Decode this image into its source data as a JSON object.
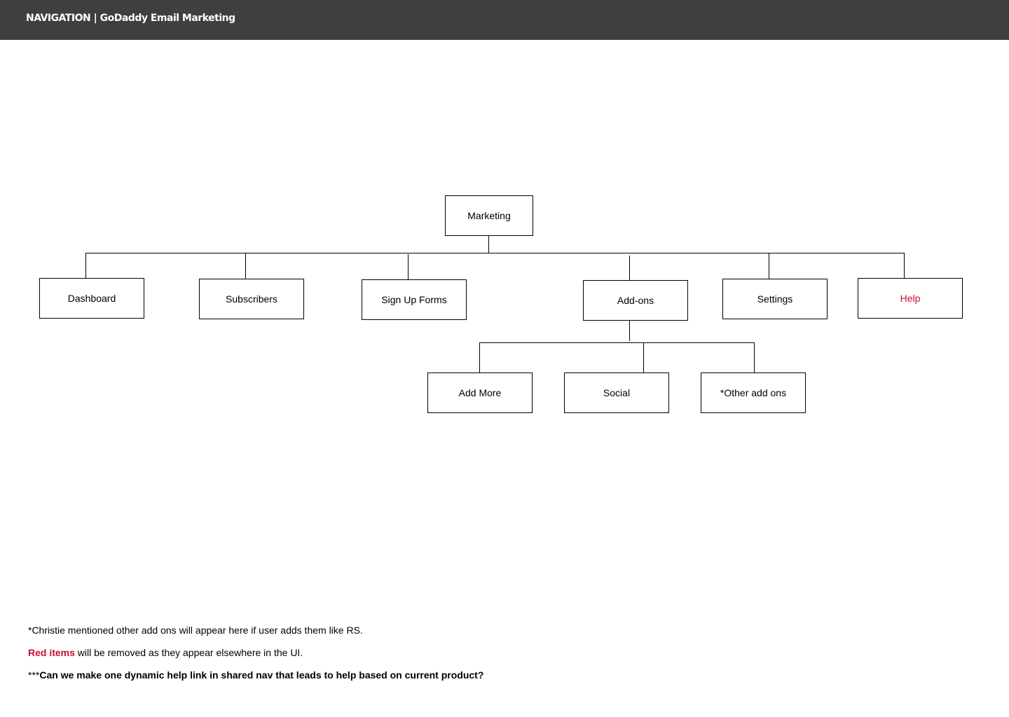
{
  "header": {
    "title": "NAVIGATION | GoDaddy Email Marketing"
  },
  "colors": {
    "header_bg": "#3f3f3f",
    "red_item": "#c8102e",
    "line": "#000000"
  },
  "diagram": {
    "root": {
      "label": "Marketing"
    },
    "level1": [
      {
        "id": "dashboard",
        "label": "Dashboard",
        "red": false
      },
      {
        "id": "subscribers",
        "label": "Subscribers",
        "red": false
      },
      {
        "id": "signup-forms",
        "label": "Sign Up Forms",
        "red": false
      },
      {
        "id": "addons",
        "label": "Add-ons",
        "red": false
      },
      {
        "id": "settings",
        "label": "Settings",
        "red": false
      },
      {
        "id": "help",
        "label": "Help",
        "red": true
      }
    ],
    "addons_children": [
      {
        "id": "add-more",
        "label": "Add More"
      },
      {
        "id": "social",
        "label": "Social"
      },
      {
        "id": "other-addons",
        "label": "*Other add ons"
      }
    ]
  },
  "notes": {
    "note1": "*Christie mentioned other add ons will appear here if user adds them like RS.",
    "note2_red": "Red items",
    "note2_rest": " will be removed as they appear elsewhere in the UI.",
    "note3_prefix": "***",
    "note3_bold": "Can we make one dynamic help link in shared nav that leads to help based on current product?"
  }
}
